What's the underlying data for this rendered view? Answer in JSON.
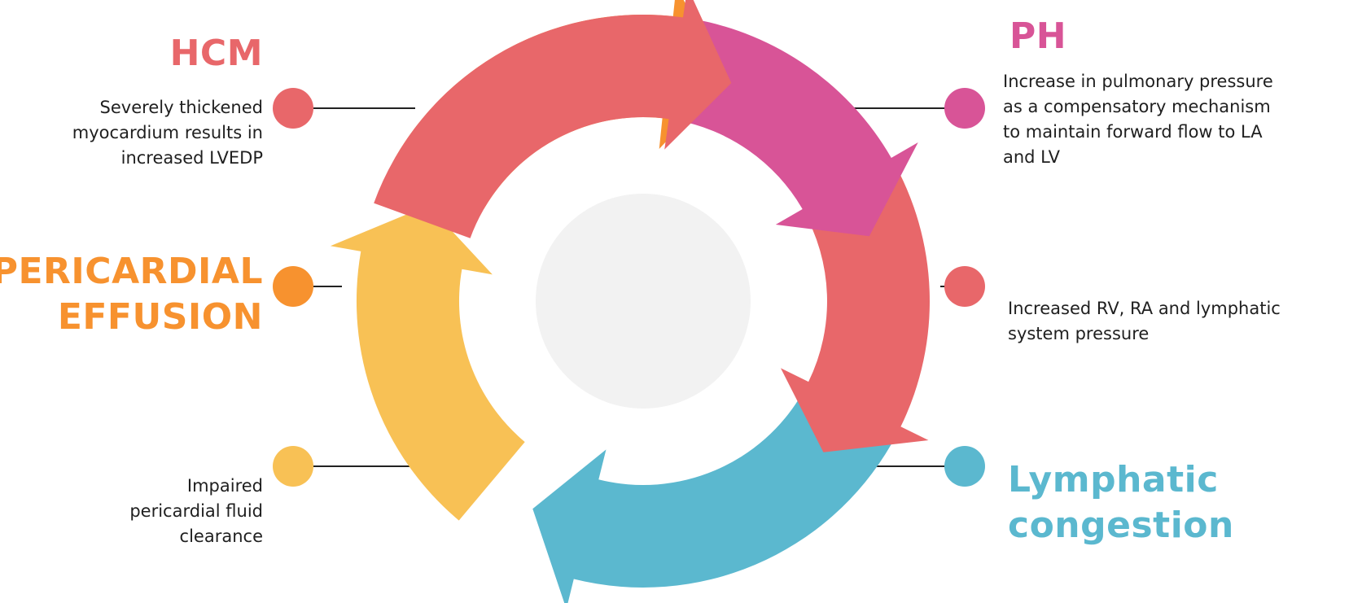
{
  "colors": {
    "hcm": "#e8676a",
    "ph": "#d85497",
    "pericardial": "#f7922f",
    "lymphatic": "#5bb8cf",
    "yellow": "#f8c155",
    "red_segment": "#e8676a",
    "center_circle": "#f2f2f2",
    "connector": "#222222"
  },
  "nodes": {
    "hcm": {
      "title": "HCM",
      "description": [
        "Severely thickened",
        "myocardium results in",
        "increased LVEDP"
      ]
    },
    "ph": {
      "title": "PH",
      "description": [
        "Increase in pulmonary pressure",
        "as a compensatory mechanism",
        "to maintain forward flow to LA",
        "and LV"
      ]
    },
    "pericardial_effusion": {
      "title": [
        "PERICARDIAL",
        "EFFUSION"
      ]
    },
    "rv_ra_pressure": {
      "description": [
        "Increased RV, RA and lymphatic",
        "system pressure"
      ]
    },
    "fluid_clearance": {
      "description": [
        "Impaired",
        "pericardial fluid",
        "clearance"
      ]
    },
    "lymphatic_congestion": {
      "title": [
        "Lymphatic",
        "congestion"
      ]
    }
  }
}
